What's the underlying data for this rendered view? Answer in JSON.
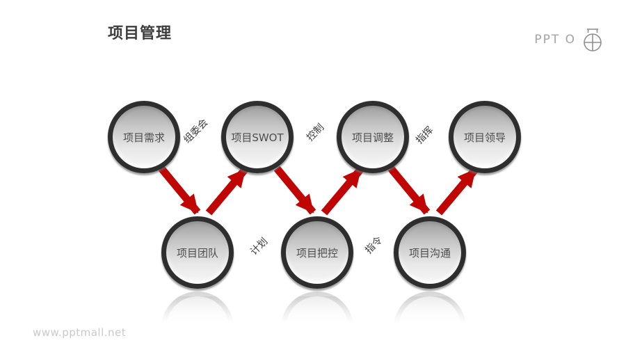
{
  "slide": {
    "title": "项目管理",
    "watermark": "www.pptmall.net",
    "logo": {
      "text": "PPT O",
      "icon": "stopwatch-compass-icon"
    },
    "colors": {
      "arrow_red": "#c00505",
      "ring_dark": "#2e2e2e",
      "title_text": "#3d3d3d",
      "watermark_gray": "#c9c9c9"
    }
  },
  "diagram": {
    "top_nodes": [
      {
        "label": "项目需求"
      },
      {
        "label": "项目SWOT"
      },
      {
        "label": "项目调整"
      },
      {
        "label": "项目领导"
      }
    ],
    "bottom_nodes": [
      {
        "label": "项目团队"
      },
      {
        "label": "项目把控"
      },
      {
        "label": "项目沟通"
      }
    ],
    "edge_labels": [
      {
        "label": "组委会"
      },
      {
        "label": "控制"
      },
      {
        "label": "指挥"
      },
      {
        "label": "计划"
      },
      {
        "label": "指令"
      }
    ]
  }
}
